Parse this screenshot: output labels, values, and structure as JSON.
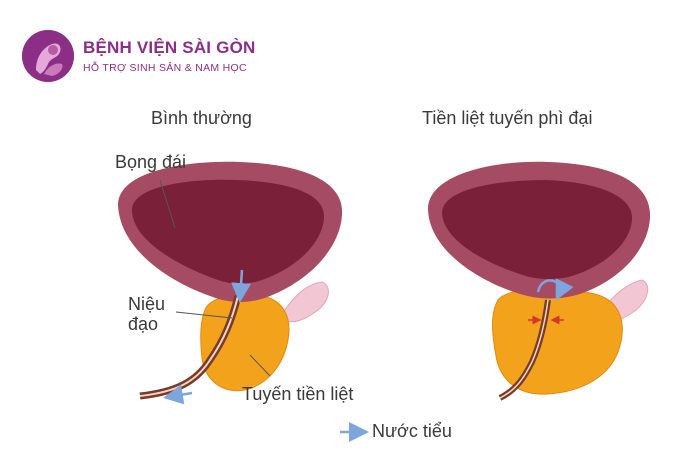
{
  "brand": {
    "name": "BỆNH VIỆN SÀI GÒN",
    "tagline": "HỖ TRỢ SINH SẢN & NAM HỌC"
  },
  "panels": {
    "normal": {
      "title": "Bình thường",
      "bladder_label": "Bọng đái",
      "urethra_label_line1": "Niệu",
      "urethra_label_line2": "đạo",
      "prostate_label": "Tuyến tiền liệt"
    },
    "enlarged": {
      "title": "Tiền liệt tuyến phì đại"
    }
  },
  "legend": {
    "urine_label": "Nước tiểu",
    "arrow_color": "#7fa6dc"
  },
  "colors": {
    "brand": "#8b2f86",
    "bladder_outer": "#a64b64",
    "bladder_inner": "#7a2038",
    "prostate": "#f3a21c",
    "urethra": "#7a3a2a",
    "seminal": "#f2c6d3"
  }
}
